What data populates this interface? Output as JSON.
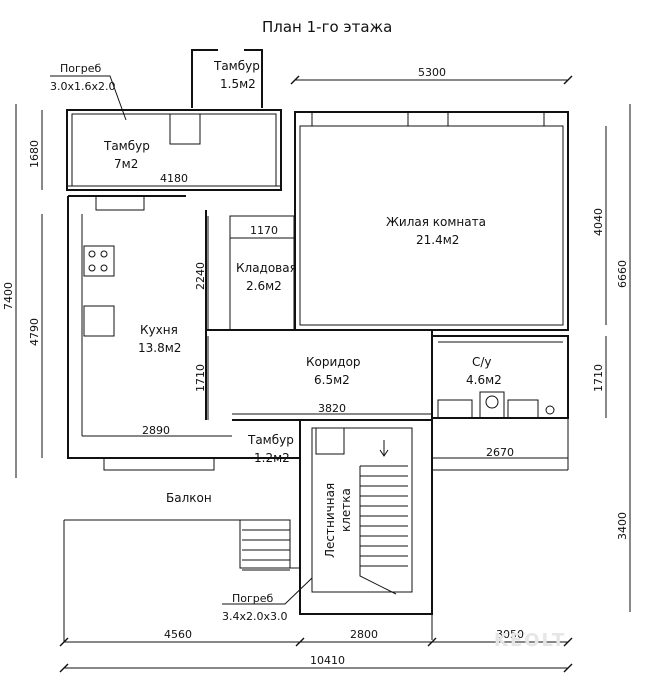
{
  "title": "План 1-го этажа",
  "rooms": {
    "vestibule_top": {
      "name": "Тамбур",
      "area": "1.5м2"
    },
    "vestibule_left": {
      "name": "Тамбур",
      "area": "7м2"
    },
    "living_room": {
      "name": "Жилая комната",
      "area": "21.4м2"
    },
    "pantry": {
      "name": "Кладовая",
      "area": "2.6м2"
    },
    "kitchen": {
      "name": "Кухня",
      "area": "13.8м2"
    },
    "corridor": {
      "name": "Коридор",
      "area": "6.5м2"
    },
    "bathroom": {
      "name": "С/у",
      "area": "4.6м2"
    },
    "vestibule_bottom": {
      "name": "Тамбур",
      "area": "1.2м2"
    },
    "balcony": {
      "name": "Балкон"
    },
    "stairwell": {
      "line1": "Лестничная",
      "line2": "клетка"
    }
  },
  "cellars": {
    "top": {
      "label": "Погреб",
      "size": "3.0х1.6х2.0"
    },
    "bottom": {
      "label": "Погреб",
      "size": "3.4х2.0х3.0"
    }
  },
  "dimensions": {
    "living_width": "5300",
    "vestibule_height": "1680",
    "vestibule_width": "4180",
    "living_height": "4040",
    "right_total": "6660",
    "pantry_width": "1170",
    "pantry_height": "2240",
    "left_total": "7400",
    "kitchen_height": "4790",
    "corridor_height": "1710",
    "corridor_width": "3820",
    "bath_height": "1710",
    "kitchen_width": "2890",
    "bath_width": "2670",
    "lower_height": "3400",
    "bottom_left": "4560",
    "bottom_mid": "2800",
    "bottom_right": "3050",
    "bottom_total": "10410"
  },
  "watermark": "KEOLT"
}
